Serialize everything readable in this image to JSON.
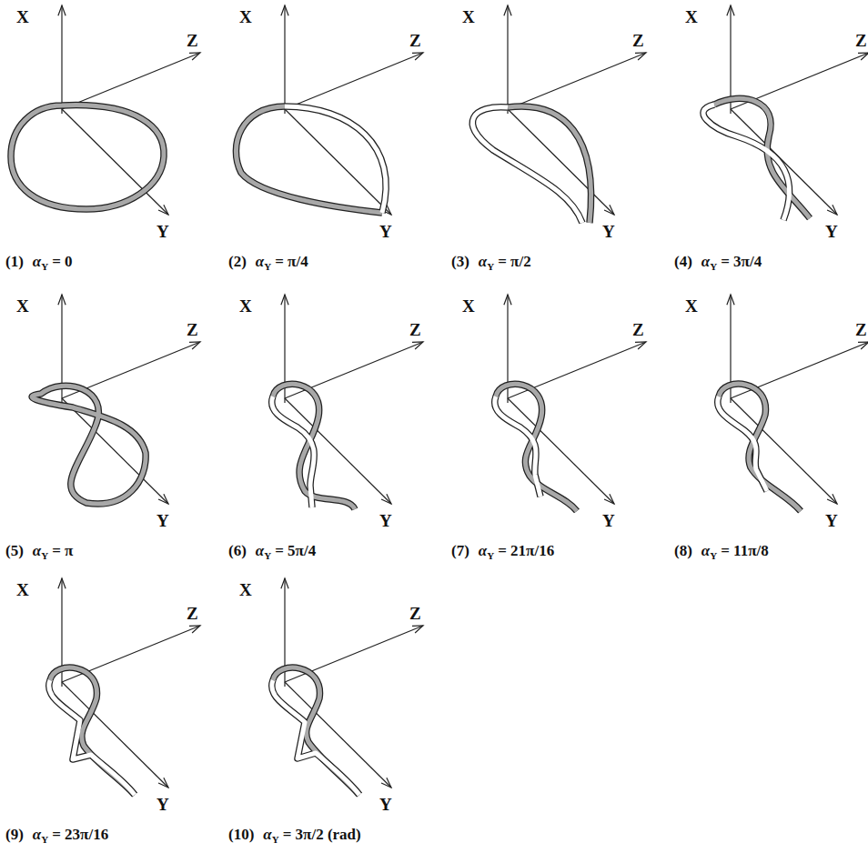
{
  "diagram": {
    "labels": [
      "X",
      "Z",
      "Y",
      "(1)",
      "α",
      "Y",
      "= 0",
      "X",
      "Z",
      "Y",
      "(2)",
      "α",
      "Y",
      "= π/4",
      "X",
      "Z",
      "Y",
      "(3)",
      "α",
      "Y",
      "= π/2",
      "X",
      "Z",
      "Y",
      "(4)",
      "α",
      "Y",
      "= 3π/4",
      "X",
      "Z",
      "Y",
      "(5)",
      "α",
      "Y",
      "= π",
      "X",
      "Z",
      "Y",
      "(6)",
      "α",
      "Y",
      "= 5π/4",
      "X",
      "Z",
      "Y",
      "(7)",
      "α",
      "Y",
      "= 21π/16",
      "X",
      "Z",
      "Y",
      "(8)",
      "α",
      "Y",
      "= 11π/8",
      "X",
      "Z",
      "Y",
      "(9)",
      "α",
      "Y",
      "= 23π/16",
      "X",
      "Z",
      "Y",
      "(10)",
      "α",
      "Y",
      "= 3π/2 (rad)"
    ]
  }
}
